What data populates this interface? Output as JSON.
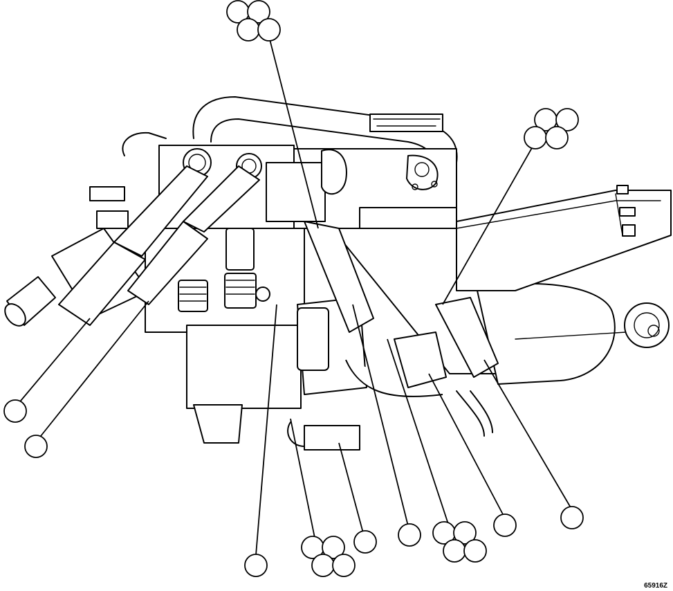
{
  "figure": {
    "id_label": "65916Z",
    "stroke_color": "#000000",
    "fill_color": "#ffffff",
    "callout_circles": [
      {
        "name": "top-center-group",
        "count": 4
      },
      {
        "name": "right-upper-group",
        "count": 4
      },
      {
        "name": "left-lower-1",
        "count": 1
      },
      {
        "name": "left-lower-2",
        "count": 1
      },
      {
        "name": "bottom-center-single",
        "count": 1
      },
      {
        "name": "bottom-center-group",
        "count": 4
      },
      {
        "name": "bottom-single-1",
        "count": 1
      },
      {
        "name": "bottom-single-2",
        "count": 1
      },
      {
        "name": "bottom-right-group",
        "count": 4
      },
      {
        "name": "bottom-single-3",
        "count": 1
      },
      {
        "name": "right-single",
        "count": 1
      }
    ]
  }
}
